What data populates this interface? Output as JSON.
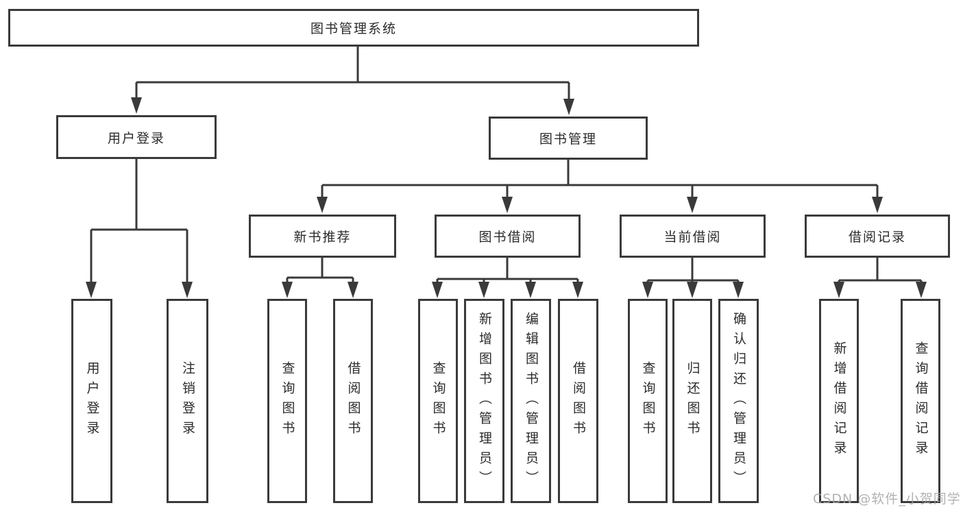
{
  "diagram": {
    "root": "图书管理系统",
    "user_login": "用户登录",
    "book_management": "图书管理",
    "new_book_recommend": "新书推荐",
    "book_borrow": "图书借阅",
    "current_borrow": "当前借阅",
    "borrow_record": "借阅记录",
    "leaves": {
      "user_login": "用户登录",
      "logout": "注销登录",
      "nb_query": "查询图书",
      "nb_borrow": "借阅图书",
      "bb_query": "查询图书",
      "bb_add": "新增图书（管理员）",
      "bb_edit": "编辑图书（管理员）",
      "bb_borrow": "借阅图书",
      "cb_query": "查询图书",
      "cb_return": "归还图书",
      "cb_confirm": "确认归还（管理员）",
      "br_add": "新增借阅记录",
      "br_query": "查询借阅记录"
    }
  },
  "watermark": "CSDN @软件_小贺同学",
  "colors": {
    "line": "#3a3a3a",
    "border": "#3a3a3a",
    "text": "#2b2b2b",
    "watermark": "#a5a5a5",
    "background": "#ffffff"
  }
}
